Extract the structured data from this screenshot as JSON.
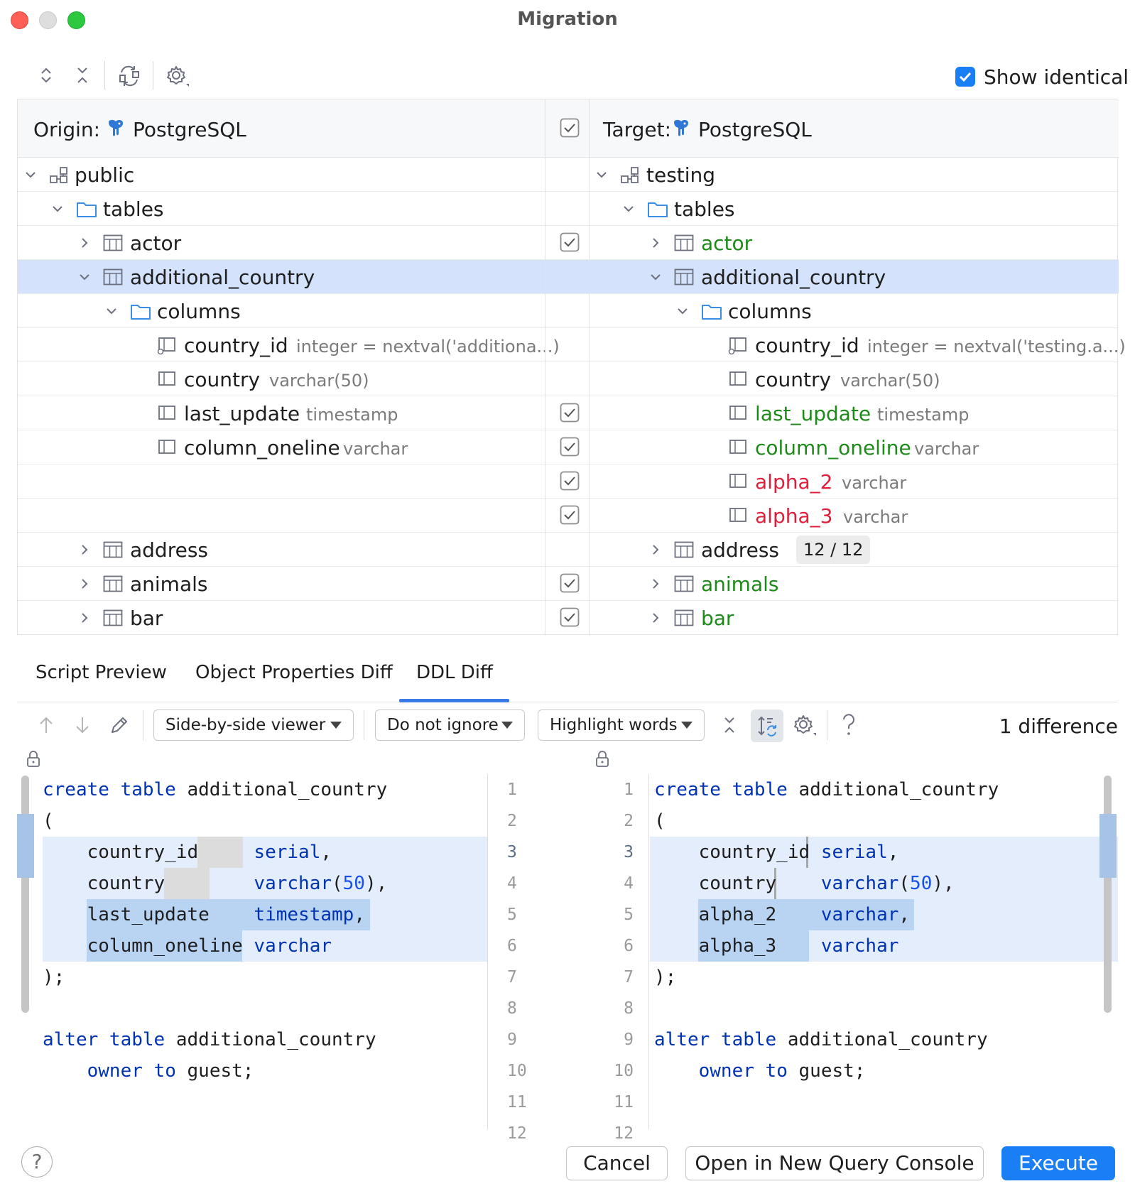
{
  "window": {
    "title": "Migration"
  },
  "toolbar": {
    "show_identical_label": "Show identical",
    "show_identical_checked": true
  },
  "origin": {
    "label": "Origin:",
    "db": "PostgreSQL"
  },
  "target": {
    "label": "Target:",
    "db": "PostgreSQL"
  },
  "tree": {
    "origin_schema": "public",
    "target_schema": "testing",
    "folder_tables": "tables",
    "folder_columns": "columns",
    "tables": {
      "actor": "actor",
      "additional_country": "additional_country",
      "address": "address",
      "animals": "animals",
      "bar": "bar"
    },
    "columns": {
      "country_id": {
        "name": "country_id",
        "origin_type": "integer = nextval('additiona...)",
        "target_type": "integer = nextval('testing.a...)"
      },
      "country": {
        "name": "country",
        "type": "varchar(50)"
      },
      "last_update": {
        "name": "last_update",
        "type": "timestamp"
      },
      "column_oneline": {
        "name": "column_oneline",
        "type": "varchar"
      },
      "alpha_2": {
        "name": "alpha_2",
        "type": "varchar"
      },
      "alpha_3": {
        "name": "alpha_3",
        "type": "varchar"
      }
    },
    "address_badge": "12 / 12"
  },
  "tabs": [
    "Script Preview",
    "Object Properties Diff",
    "DDL Diff"
  ],
  "active_tab": "DDL Diff",
  "diff_toolbar": {
    "viewer": "Side-by-side viewer",
    "ignore": "Do not ignore",
    "highlight": "Highlight words",
    "count": "1 difference"
  },
  "code": {
    "left": [
      "create table additional_country",
      "(",
      "    country_id     serial,",
      "    country        varchar(50),",
      "    last_update    timestamp,",
      "    column_oneline varchar",
      ");",
      "",
      "alter table additional_country",
      "    owner to guest;"
    ],
    "right": [
      "create table additional_country",
      "(",
      "    country_id serial,",
      "    country    varchar(50),",
      "    alpha_2    varchar,",
      "    alpha_3    varchar",
      ");",
      "",
      "alter table additional_country",
      "    owner to guest;"
    ],
    "line_numbers": [
      "1",
      "2",
      "3",
      "4",
      "5",
      "6",
      "7",
      "8",
      "9",
      "10",
      "11",
      "12"
    ]
  },
  "colors": {
    "accent": "#1a7ef5",
    "added": "#1d8a1a",
    "removed": "#dd1f3a",
    "selection": "#d4e2fb",
    "diff_block": "#e3edfb"
  },
  "footer": {
    "cancel": "Cancel",
    "open_console": "Open in New Query Console",
    "execute": "Execute",
    "help": "?"
  }
}
